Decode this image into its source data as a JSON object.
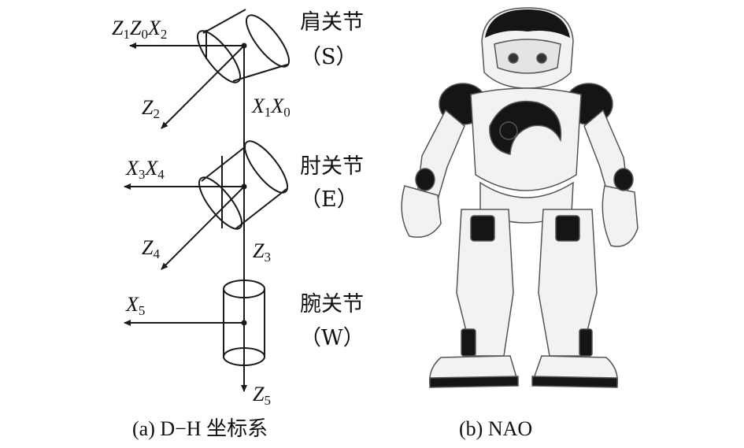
{
  "axes": {
    "z1z0x2": [
      "Z",
      "1",
      "Z",
      "0",
      "X",
      "2"
    ],
    "z2": [
      "Z",
      "2"
    ],
    "x1x0": [
      "X",
      "1",
      "X",
      "0"
    ],
    "x3x4": [
      "X",
      "3",
      "X",
      "4"
    ],
    "z4": [
      "Z",
      "4"
    ],
    "z3": [
      "Z",
      "3"
    ],
    "x5": [
      "X",
      "5"
    ],
    "z5": [
      "Z",
      "5"
    ]
  },
  "joints": {
    "shoulder": {
      "name": "肩关节",
      "abbr": "（S）"
    },
    "elbow": {
      "name": "肘关节",
      "abbr": "（E）"
    },
    "wrist": {
      "name": "腕关节",
      "abbr": "（W）"
    }
  },
  "captions": {
    "left": "(a) D−H 坐标系",
    "right": "(b) NAO"
  },
  "colors": {
    "line": "#1a1a1a",
    "robot_black": "#151515",
    "robot_white": "#f2f2f2"
  }
}
